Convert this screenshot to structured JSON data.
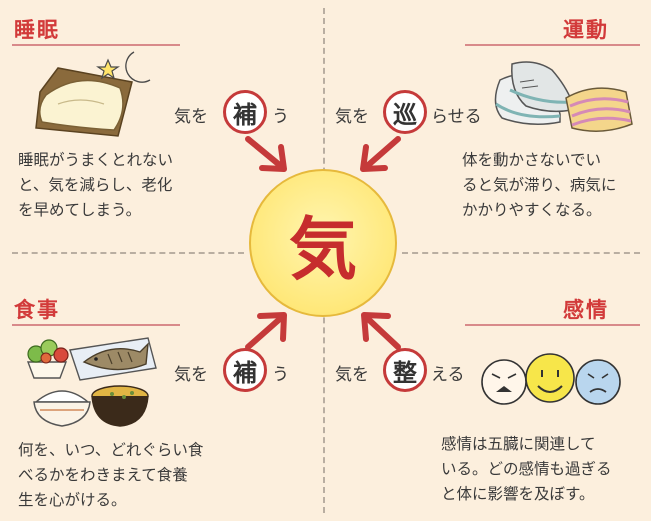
{
  "center": {
    "label": "気"
  },
  "sections": {
    "sleep": {
      "title": "睡眠",
      "description": [
        "睡眠がうまくとれない",
        "と、気を減らし、老化",
        "を早めてしまう。"
      ],
      "relation": {
        "prefix": "気を",
        "badge": "補",
        "suffix": "う"
      }
    },
    "exercise": {
      "title": "運動",
      "description": [
        "体を動かさないでい",
        "ると気が滞り、病気に",
        "かかりやすくなる。"
      ],
      "relation": {
        "prefix": "気を",
        "badge": "巡",
        "suffix": "らせる"
      }
    },
    "diet": {
      "title": "食事",
      "description": [
        "何を、いつ、どれぐらい食",
        "べるかをわきまえて食養",
        "生を心がける。"
      ],
      "relation": {
        "prefix": "気を",
        "badge": "補",
        "suffix": "う"
      }
    },
    "emotion": {
      "title": "感情",
      "description": [
        "感情は五臓に関連して",
        "いる。どの感情も過ぎる",
        "と体に影響を及ぼす。"
      ],
      "relation": {
        "prefix": "気を",
        "badge": "整",
        "suffix": "える"
      }
    }
  },
  "colors": {
    "accent": "#d23a3a",
    "arrow": "#c53a3a",
    "center_fill": "#ffe87a",
    "background": "#fcefdd"
  },
  "icons": [
    "pillow-icon",
    "moon-icon",
    "star-icon",
    "sneakers-icon",
    "towel-icon",
    "salad-icon",
    "fish-icon",
    "rice-bowl-icon",
    "soup-bowl-icon",
    "angry-face-icon",
    "happy-face-icon",
    "sad-face-icon"
  ]
}
